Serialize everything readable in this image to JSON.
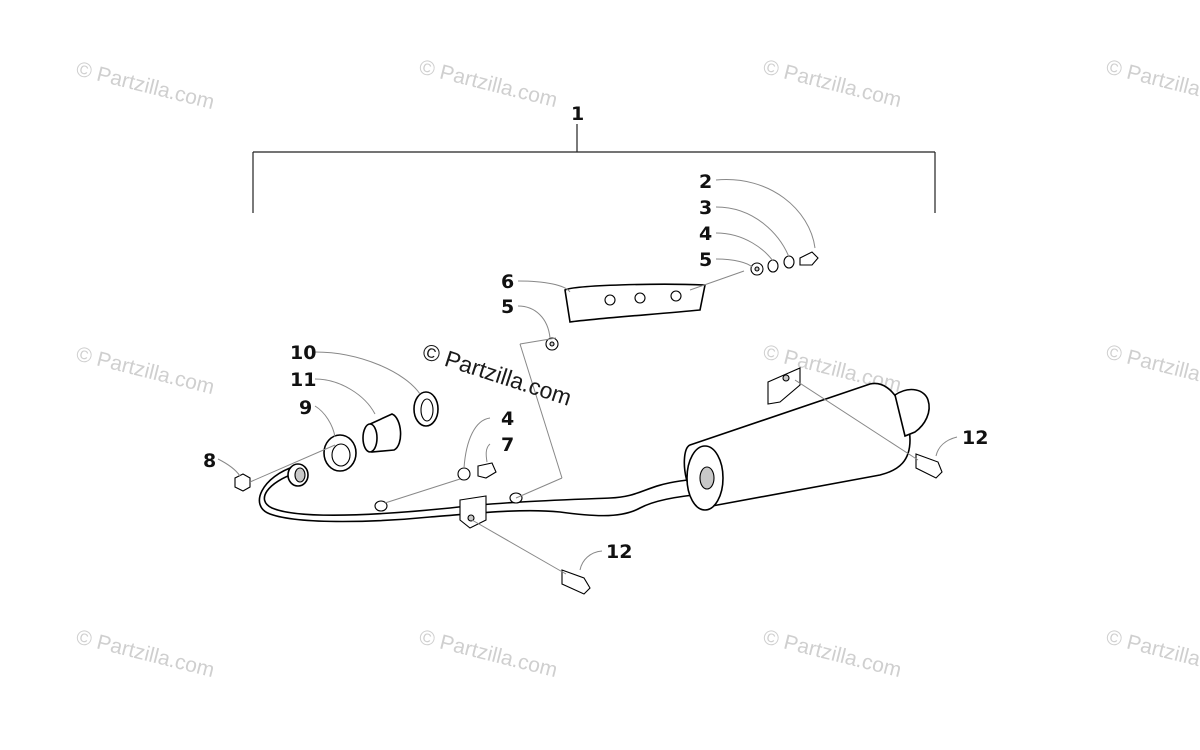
{
  "diagram": {
    "callouts": {
      "c1": "1",
      "c2": "2",
      "c3": "3",
      "c4a": "4",
      "c5a": "5",
      "c6": "6",
      "c5b": "5",
      "c10": "10",
      "c11": "11",
      "c9": "9",
      "c8": "8",
      "c4b": "4",
      "c7": "7",
      "c12a": "12",
      "c12b": "12"
    },
    "watermark_text": "© Partzilla.com"
  }
}
